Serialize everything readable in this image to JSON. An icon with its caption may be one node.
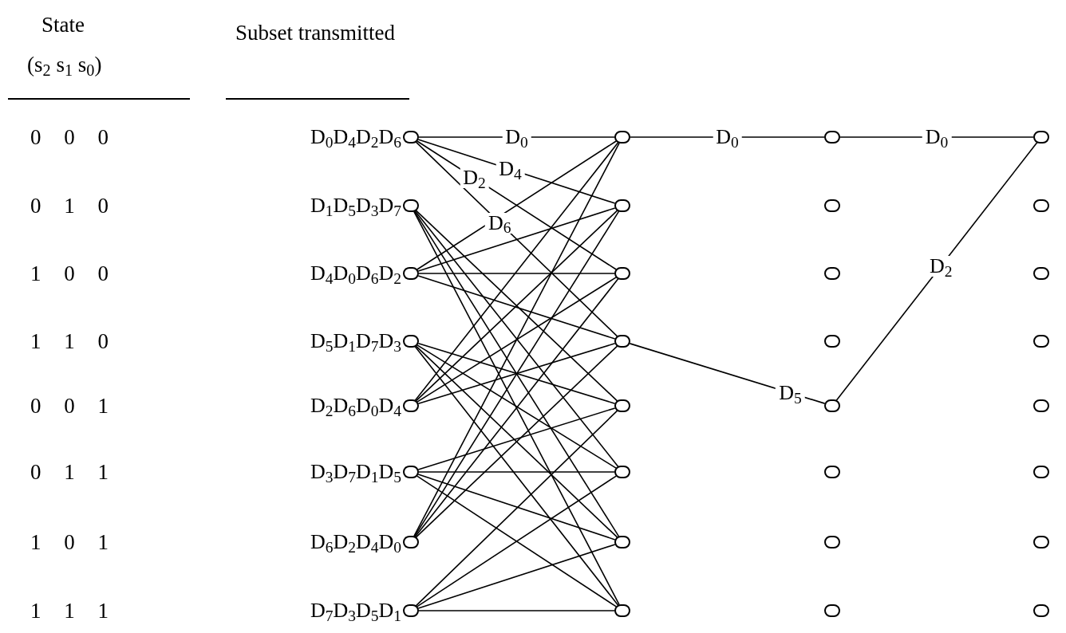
{
  "diagram": {
    "nodes": [
      {
        "text": [],
        "shape": "circle",
        "beside": [
          "D$_{0}$D$_{4}$D$_{2}$D$_{6}$"
        ]
      },
      {
        "text": [],
        "shape": "circle",
        "beside": [
          "D$_{1}$D$_{5}$D$_{3}$D$_{7}$"
        ]
      },
      {
        "text": [],
        "shape": "circle",
        "beside": [
          "D$_{4}$D$_{0}$D$_{6}$D$_{2}$"
        ]
      },
      {
        "text": [],
        "shape": "circle",
        "beside": [
          "D$_{5}$D$_{1}$D$_{7}$D$_{3}$"
        ]
      },
      {
        "text": [],
        "shape": "circle",
        "beside": [
          "D$_{2}$D$_{6}$D$_{0}$D$_{4}$"
        ]
      },
      {
        "text": [],
        "shape": "circle",
        "beside": [
          "D$_{3}$D$_{7}$D$_{1}$D$_{5}$"
        ]
      },
      {
        "text": [],
        "shape": "circle",
        "beside": [
          "D$_{6}$D$_{2}$D$_{4}$D$_{0}$"
        ]
      },
      {
        "text": [],
        "shape": "circle",
        "beside": [
          "D$_{7}$D$_{3}$D$_{5}$D$_{1}$"
        ]
      },
      {
        "text": [],
        "shape": "circle"
      },
      {
        "text": [],
        "shape": "circle"
      },
      {
        "text": [],
        "shape": "circle"
      },
      {
        "text": [],
        "shape": "circle"
      },
      {
        "text": [],
        "shape": "circle"
      },
      {
        "text": [],
        "shape": "circle"
      },
      {
        "text": [],
        "shape": "circle"
      },
      {
        "text": [],
        "shape": "circle"
      },
      {
        "text": [],
        "shape": "circle"
      },
      {
        "text": [],
        "shape": "circle"
      },
      {
        "text": [],
        "shape": "circle"
      },
      {
        "text": [],
        "shape": "circle"
      },
      {
        "text": [],
        "shape": "circle"
      },
      {
        "text": [],
        "shape": "circle"
      },
      {
        "text": [],
        "shape": "circle"
      },
      {
        "text": [],
        "shape": "circle"
      },
      {
        "text": [],
        "shape": "circle"
      },
      {
        "text": [],
        "shape": "circle"
      },
      {
        "text": [],
        "shape": "circle"
      },
      {
        "text": [],
        "shape": "circle"
      },
      {
        "text": [],
        "shape": "circle"
      },
      {
        "text": [],
        "shape": "circle"
      },
      {
        "text": [],
        "shape": "circle"
      },
      {
        "text": [],
        "shape": "circle"
      }
    ],
    "edges": [
      {
        "from": 0,
        "to": 8,
        "arrow": "none",
        "label": "D$_{0}$"
      },
      {
        "from": 0,
        "to": 9,
        "arrow": "none",
        "label": "D$_{4}$"
      },
      {
        "from": 0,
        "to": 10,
        "arrow": "none",
        "label": "D$_{2}$"
      },
      {
        "from": 0,
        "to": 11,
        "arrow": "none",
        "label": "D$_{6}$"
      },
      {
        "from": 1,
        "to": 12,
        "arrow": "none"
      },
      {
        "from": 1,
        "to": 13,
        "arrow": "none"
      },
      {
        "from": 1,
        "to": 14,
        "arrow": "none"
      },
      {
        "from": 1,
        "to": 15,
        "arrow": "none"
      },
      {
        "from": 2,
        "to": 8,
        "arrow": "none"
      },
      {
        "from": 2,
        "to": 9,
        "arrow": "none"
      },
      {
        "from": 2,
        "to": 10,
        "arrow": "none"
      },
      {
        "from": 2,
        "to": 11,
        "arrow": "none"
      },
      {
        "from": 3,
        "to": 12,
        "arrow": "none"
      },
      {
        "from": 3,
        "to": 13,
        "arrow": "none"
      },
      {
        "from": 3,
        "to": 14,
        "arrow": "none"
      },
      {
        "from": 3,
        "to": 15,
        "arrow": "none"
      },
      {
        "from": 4,
        "to": 8,
        "arrow": "none"
      },
      {
        "from": 4,
        "to": 9,
        "arrow": "none"
      },
      {
        "from": 4,
        "to": 10,
        "arrow": "none"
      },
      {
        "from": 4,
        "to": 11,
        "arrow": "none"
      },
      {
        "from": 5,
        "to": 12,
        "arrow": "none"
      },
      {
        "from": 5,
        "to": 13,
        "arrow": "none"
      },
      {
        "from": 5,
        "to": 14,
        "arrow": "none"
      },
      {
        "from": 5,
        "to": 15,
        "arrow": "none"
      },
      {
        "from": 6,
        "to": 8,
        "arrow": "none"
      },
      {
        "from": 6,
        "to": 9,
        "arrow": "none"
      },
      {
        "from": 6,
        "to": 10,
        "arrow": "none"
      },
      {
        "from": 6,
        "to": 11,
        "arrow": "none"
      },
      {
        "from": 7,
        "to": 12,
        "arrow": "none"
      },
      {
        "from": 7,
        "to": 13,
        "arrow": "none"
      },
      {
        "from": 7,
        "to": 14,
        "arrow": "none"
      },
      {
        "from": 7,
        "to": 15,
        "arrow": "none"
      },
      {
        "from": 8,
        "to": 16,
        "arrow": "none",
        "label": "D$_{0}$"
      },
      {
        "from": 16,
        "to": 24,
        "arrow": "none",
        "label": "D$_{0}$"
      },
      {
        "from": 11,
        "to": 20,
        "arrow": "none",
        "label": "D$_{5}$"
      },
      {
        "from": 20,
        "to": 24,
        "arrow": "none",
        "label": "D$_{2}$"
      }
    ],
    "labels": [
      "State",
      "(s$_{2}$ s$_{1}$ s$_{0}$)",
      "Subset transmitted",
      "0 0 0",
      "0 1 0",
      "1 0 0",
      "1 1 0",
      "0 0 1",
      "0 1 1",
      "1 0 1",
      "1 1 1"
    ]
  }
}
